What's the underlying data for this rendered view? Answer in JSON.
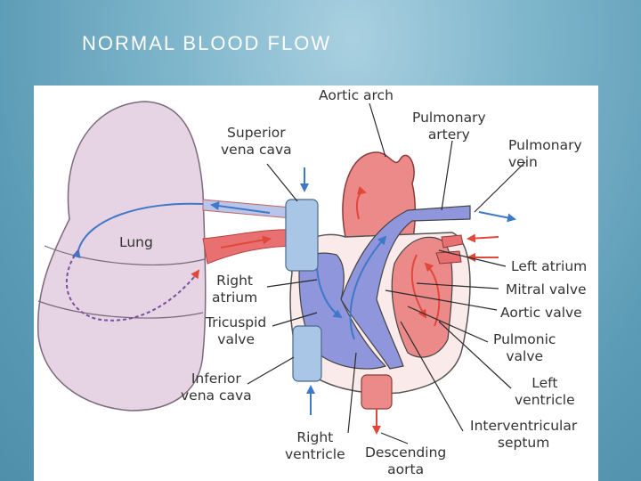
{
  "slide": {
    "title": "NORMAL BLOOD FLOW"
  },
  "diagram": {
    "colors": {
      "deoxygenated": "#3f78c8",
      "oxygenated": "#e0483a",
      "lung": "#e6d4e4",
      "heart_blue": "#8f96dc",
      "heart_red": "#ec8a8a",
      "vena_cava": "#a9c6e6"
    },
    "labels": {
      "aortic_arch": "Aortic arch",
      "pulmonary_artery": "Pulmonary\nartery",
      "superior_vena_cava": "Superior\nvena cava",
      "pulmonary_vein": "Pulmonary\nvein",
      "lung": "Lung",
      "right_atrium": "Right\natrium",
      "tricuspid_valve": "Tricuspid\nvalve",
      "inferior_vena_cava": "Inferior\nvena cava",
      "right_ventricle": "Right\nventricle",
      "descending_aorta": "Descending\naorta",
      "left_atrium": "Left atrium",
      "mitral_valve": "Mitral valve",
      "aortic_valve": "Aortic valve",
      "pulmonic_valve": "Pulmonic\nvalve",
      "left_ventricle": "Left\nventricle",
      "interventricular_septum": "Interventricular\nseptum"
    }
  }
}
